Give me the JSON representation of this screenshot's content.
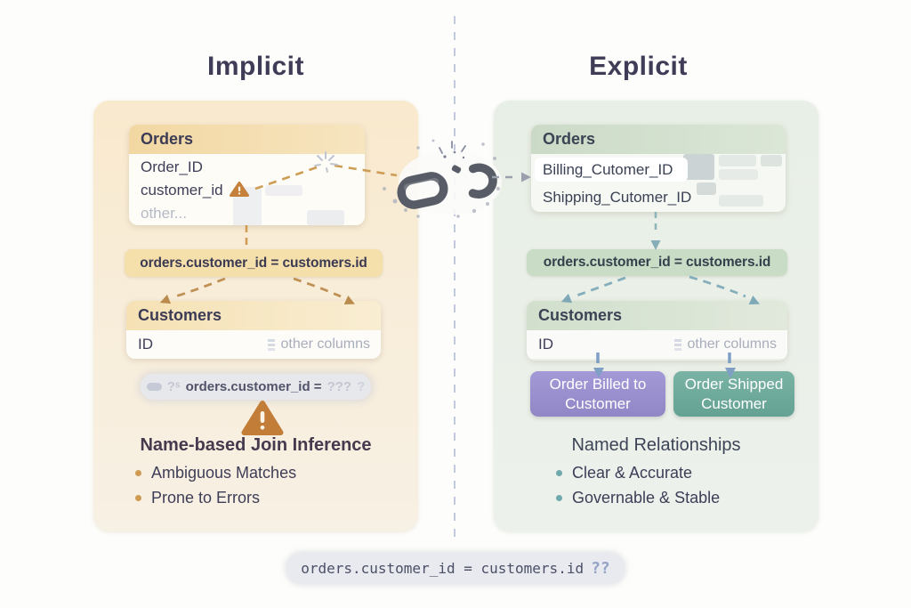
{
  "implicit": {
    "title": "Implicit",
    "orders_table": {
      "header": "Orders",
      "row_order_id": "Order_ID",
      "row_customer_id": "customer_id",
      "row_other": "other..."
    },
    "join_formula": "orders.customer_id = customers.id",
    "customers_table": {
      "header": "Customers",
      "row_id": "ID",
      "row_other": "other columns"
    },
    "fuzzy_match": {
      "lead": "?ˢ",
      "code": "orders.customer_id =",
      "unknown": "???",
      "tail": "?"
    },
    "caption": "Name-based Join Inference",
    "bullets": [
      "Ambiguous Matches",
      "Prone to Errors"
    ]
  },
  "explicit": {
    "title": "Explicit",
    "orders_table": {
      "header": "Orders",
      "row_billing": "Billing_Cutomer_ID",
      "row_shipping": "Shipping_Cutomer_ID"
    },
    "join_formula": "orders.customer_id = customers.id",
    "customers_table": {
      "header": "Customers",
      "row_id": "ID",
      "row_other": "other columns"
    },
    "relationship_buttons": {
      "billed": "Order Billed to Customer",
      "shipped": "Order Shipped Customer"
    },
    "caption": "Named Relationships",
    "bullets": [
      "Clear & Accurate",
      "Governable & Stable"
    ]
  },
  "footer": {
    "code": "orders.customer_id = customers.id",
    "question_marks": "??"
  },
  "colors": {
    "accent_orange": "#cd9c55",
    "warning_orange": "#c5813c",
    "accent_teal": "#85aebc",
    "arrow_blue": "#7f9fc5",
    "button_purple": "#9a90cf",
    "button_teal": "#6dab9c",
    "divider": "#c3c9dd"
  }
}
